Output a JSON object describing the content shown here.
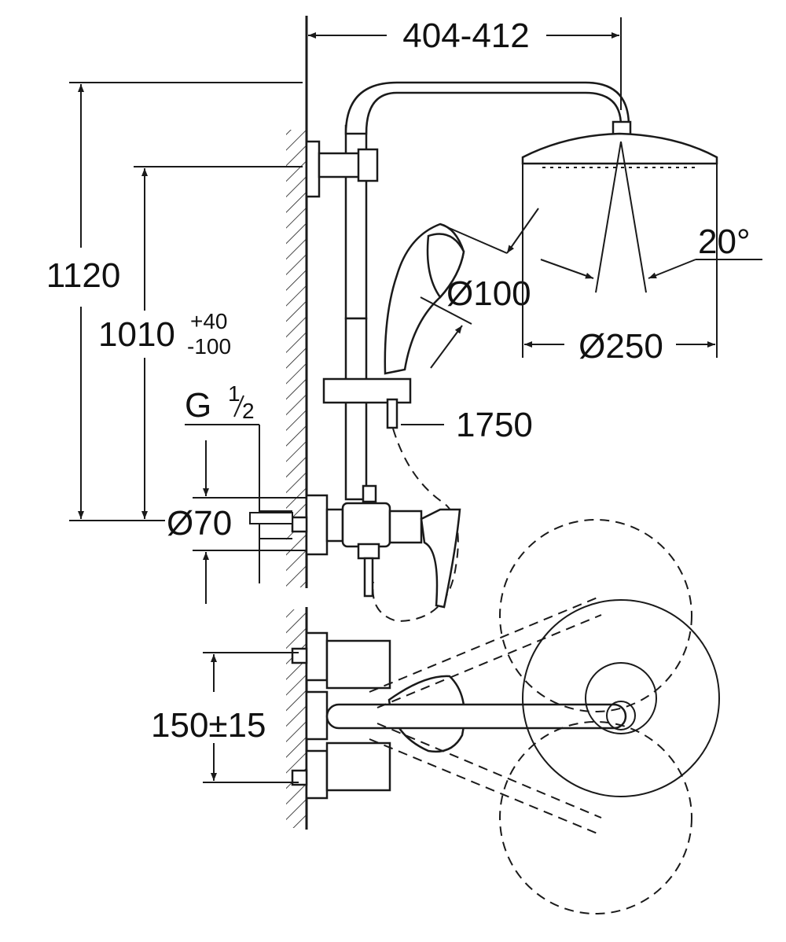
{
  "dimensions": {
    "top_width": "404-412",
    "total_height": "1120",
    "adjust_height": "1010",
    "adjust_tol_plus": "+40",
    "adjust_tol_minus": "-100",
    "thread_letter": "G",
    "thread_num": "1",
    "thread_den": "2",
    "hand_shower_diameter": "Ø100",
    "head_diameter": "Ø250",
    "spray_angle": "20°",
    "hose_length": "1750",
    "escutcheon_diameter": "Ø70",
    "center_distance": "150±15"
  },
  "colors": {
    "line": "#1a1a1a",
    "background": "#ffffff"
  }
}
